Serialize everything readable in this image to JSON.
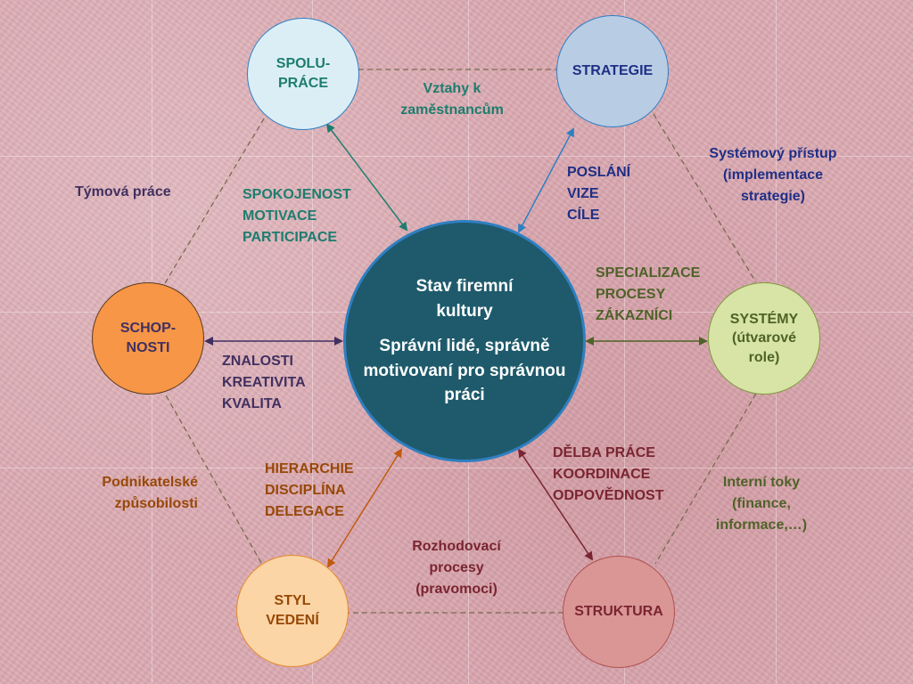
{
  "center": {
    "line1": "Stav firemní kultury",
    "line2": "Správní lidé, správně motivovaní pro správnou práci"
  },
  "nodes": {
    "spoluprace": "SPOLU-\nPRÁCE",
    "strategie": "STRATEGIE",
    "systemy": "SYSTÉMY\n(útvarové\nrole)",
    "struktura": "STRUKTURA",
    "styl_vedeni": "STYL\nVEDENÍ",
    "schopnosti": "SCHOP-\nNOSTI"
  },
  "connectors": {
    "vztahy": "Vztahy k\nzaměstnancům",
    "systemovy": "Systémový přístup\n(implementace\nstrategie)",
    "interni": "Interní toky\n(finance,\ninformace,…)",
    "rozhodovaci": "Rozhodovací\nprocesy\n(pravomoci)",
    "podnikatelske": "Podnikatelské\nzpůsobilosti",
    "tymova": "Týmová práce"
  },
  "links": {
    "spoluprace": "SPOKOJENOST\nMOTIVACE\nPARTICIPACE",
    "strategie": "POSLÁNÍ\nVIZE\nCÍLE",
    "systemy": "SPECIALIZACE\nPROCESY\nZÁKAZNÍCI",
    "struktura": "DĚLBA PRÁCE\nKOORDINACE\nODPOVĚDNOST",
    "styl_vedeni": "HIERARCHIE\nDISCIPLÍNA\nDELEGACE",
    "schopnosti": "ZNALOSTI\nKREATIVITA\nKVALITA"
  },
  "colors": {
    "spoluprace_fill": "#dbeef6",
    "strategie_fill": "#b8cce4",
    "systemy_fill": "#d7e4a6",
    "struktura_fill": "#d99694",
    "styl_fill": "#fbd5a5",
    "schopnosti_fill": "#f79646",
    "center_fill": "#1e5a6b",
    "teal_text": "#1d7d6e",
    "navy_text": "#1f2f86",
    "olive_text": "#4f6228",
    "maroon_text": "#7a2530",
    "brown_text": "#984807",
    "purple_text": "#403060",
    "dashed_line": "#7a6a50"
  }
}
